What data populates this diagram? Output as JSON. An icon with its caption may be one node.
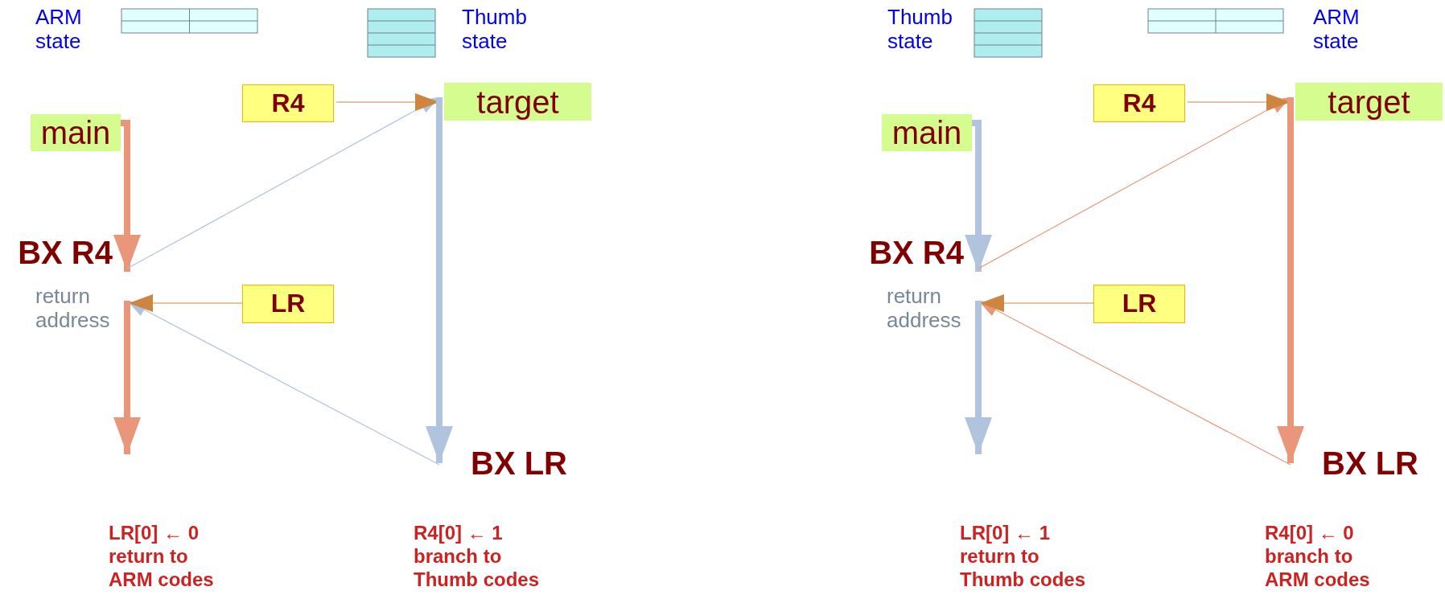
{
  "diagram": {
    "nodes": [
      {
        "text": [
          "R4"
        ]
      },
      {
        "text": [
          "target"
        ]
      },
      {
        "text": [
          "main"
        ]
      },
      {
        "text": [
          "BX R4"
        ]
      },
      {
        "text": [
          "return address"
        ]
      },
      {
        "text": [
          "LR"
        ]
      },
      {
        "text": [
          "BX LR"
        ]
      },
      {
        "text": [
          "R4"
        ]
      },
      {
        "text": [
          "target"
        ]
      },
      {
        "text": [
          "main"
        ]
      },
      {
        "text": [
          "BX R4"
        ]
      },
      {
        "text": [
          "return address"
        ]
      },
      {
        "text": [
          "LR"
        ]
      },
      {
        "text": [
          "BX LR"
        ]
      }
    ],
    "edges": [
      {
        "from": 2,
        "to": 3,
        "arrow": "to",
        "style": "thick",
        "color": "#e9967a"
      },
      {
        "from": 3,
        "to": 1,
        "arrow": "to",
        "color": "#b0c4de"
      },
      {
        "from": 0,
        "to": 1,
        "arrow": "to",
        "color": "#cd853f"
      },
      {
        "from": 1,
        "to": 6,
        "arrow": "to",
        "style": "thick",
        "color": "#b0c4de"
      },
      {
        "from": 6,
        "to": 4,
        "arrow": "to",
        "color": "#b0c4de"
      },
      {
        "from": 5,
        "to": 4,
        "arrow": "to",
        "color": "#cd853f"
      },
      {
        "from": 4,
        "to": null,
        "arrow": "to",
        "style": "thick",
        "color": "#e9967a"
      },
      {
        "from": 9,
        "to": 10,
        "arrow": "to",
        "style": "thick",
        "color": "#b0c4de"
      },
      {
        "from": 10,
        "to": 8,
        "arrow": "to",
        "color": "#e9967a"
      },
      {
        "from": 7,
        "to": 8,
        "arrow": "to",
        "color": "#cd853f"
      },
      {
        "from": 8,
        "to": 13,
        "arrow": "to",
        "style": "thick",
        "color": "#e9967a"
      },
      {
        "from": 13,
        "to": 11,
        "arrow": "to",
        "color": "#e9967a"
      },
      {
        "from": 12,
        "to": 11,
        "arrow": "to",
        "color": "#cd853f"
      },
      {
        "from": 11,
        "to": null,
        "arrow": "to",
        "style": "thick",
        "color": "#b0c4de"
      }
    ],
    "labels": [
      "ARM state",
      "Thumb state",
      "Thumb state",
      "ARM state",
      "LR[0] ← 0 return to ARM codes",
      "R4[0] ← 1 branch to Thumb codes",
      "LR[0] ← 1 return to Thumb codes",
      "R4[0] ← 0 branch to ARM codes"
    ]
  }
}
